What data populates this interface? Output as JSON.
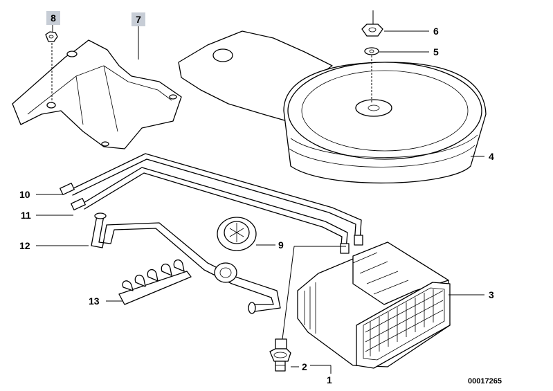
{
  "diagram": {
    "reference_number": "00017265",
    "callouts": [
      {
        "id": "1",
        "label": "1"
      },
      {
        "id": "2",
        "label": "2"
      },
      {
        "id": "3",
        "label": "3"
      },
      {
        "id": "4",
        "label": "4"
      },
      {
        "id": "5",
        "label": "5"
      },
      {
        "id": "6",
        "label": "6"
      },
      {
        "id": "7",
        "label": "7"
      },
      {
        "id": "8",
        "label": "8"
      },
      {
        "id": "9",
        "label": "9"
      },
      {
        "id": "10",
        "label": "10"
      },
      {
        "id": "11",
        "label": "11"
      },
      {
        "id": "12",
        "label": "12"
      },
      {
        "id": "13",
        "label": "13"
      }
    ],
    "highlighted_callouts": [
      "7",
      "8"
    ],
    "colors": {
      "line": "#000000",
      "background": "#ffffff",
      "label_highlight": "#c7cdd6"
    }
  }
}
